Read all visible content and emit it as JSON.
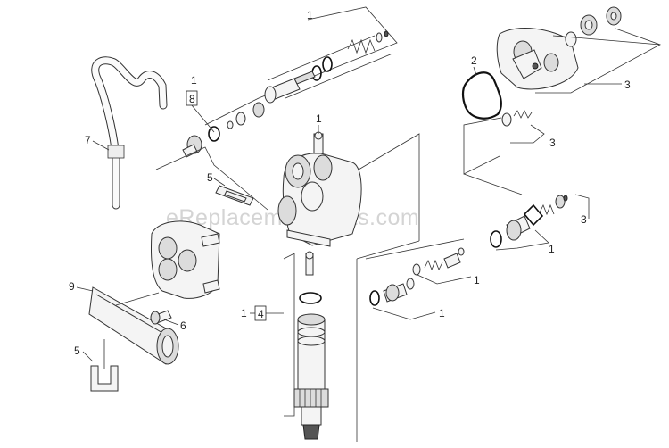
{
  "watermark": "eReplacementParts.com",
  "callouts": {
    "c1_top": "1",
    "c1_box8": "1",
    "c8": "8",
    "c7": "7",
    "c1_mid": "1",
    "c5_upper": "5",
    "c2": "2",
    "c3_top": "3",
    "c3_mid": "3",
    "c3_low": "3",
    "c1_right_a": "1",
    "c1_right_b": "1",
    "c1_right_c": "1",
    "c9": "9",
    "c6": "6",
    "c1_box4": "1",
    "c4": "4",
    "c5_lower": "5"
  }
}
